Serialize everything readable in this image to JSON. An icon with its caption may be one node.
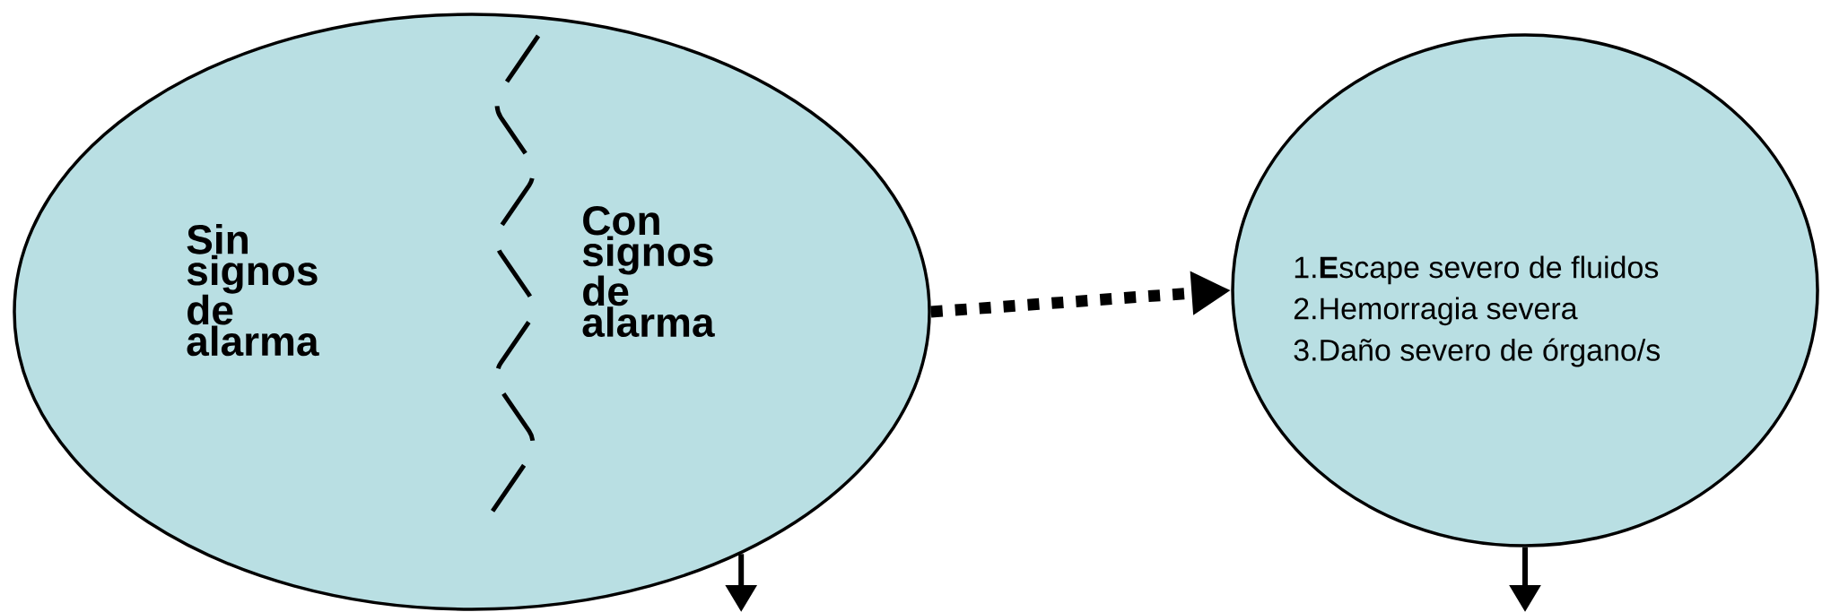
{
  "diagram": {
    "nodes": [
      {
        "text": [
          "Sin signos de alarma",
          "Con signos de alarma"
        ]
      },
      {
        "text": [
          "1.**E**scape severo de fluidos",
          "2.Hemorragia severa",
          "3.Daño severo de órgano/s"
        ]
      }
    ],
    "edges": [
      {
        "from": 0,
        "to": 1,
        "arrow": "to",
        "style": "dashed"
      },
      {
        "from": 0,
        "to": null,
        "arrow": "to"
      },
      {
        "from": 1,
        "to": null,
        "arrow": "to"
      }
    ]
  }
}
